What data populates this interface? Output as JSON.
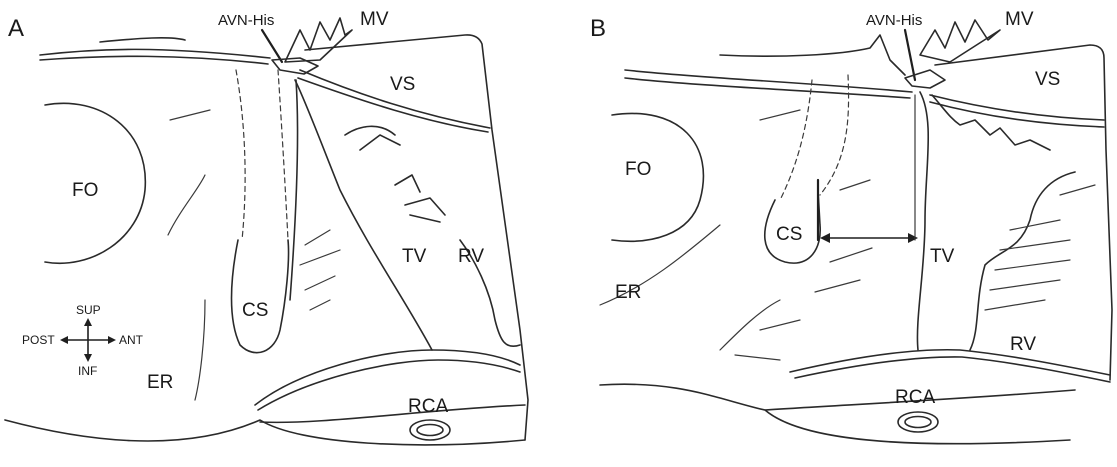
{
  "panels": [
    {
      "id": "A",
      "letter": "A",
      "labels": {
        "avn_his": "AVN-His",
        "mv": "MV",
        "vs": "VS",
        "fo": "FO",
        "tv": "TV",
        "rv": "RV",
        "cs": "CS",
        "er": "ER",
        "rca": "RCA"
      },
      "orientation": {
        "sup": "SUP",
        "inf": "INF",
        "post": "POST",
        "ant": "ANT"
      }
    },
    {
      "id": "B",
      "letter": "B",
      "labels": {
        "avn_his": "AVN-His",
        "mv": "MV",
        "vs": "VS",
        "fo": "FO",
        "tv": "TV",
        "rv": "RV",
        "cs": "CS",
        "er": "ER",
        "rca": "RCA"
      }
    }
  ]
}
